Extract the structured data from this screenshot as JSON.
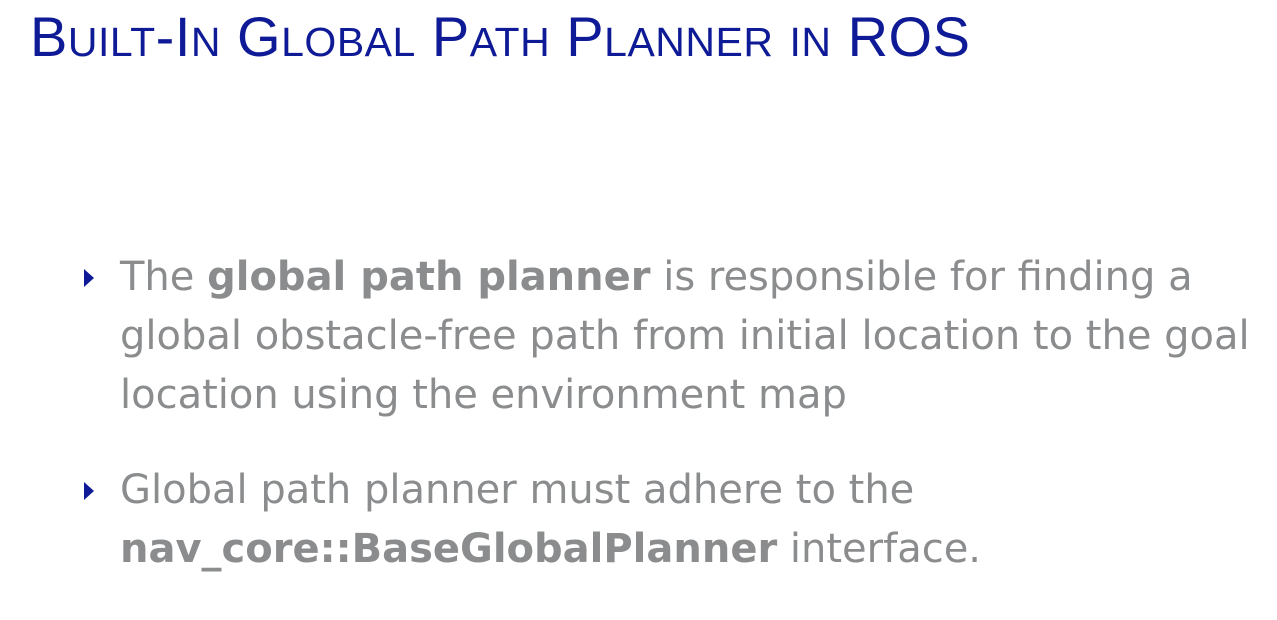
{
  "slide": {
    "title": {
      "segments": [
        {
          "text": "B",
          "sc": false
        },
        {
          "text": "UILT",
          "sc": true
        },
        {
          "text": "-I",
          "sc": false
        },
        {
          "text": "N",
          "sc": true
        },
        {
          "text": " G",
          "sc": false
        },
        {
          "text": "LOBAL",
          "sc": true
        },
        {
          "text": " P",
          "sc": false
        },
        {
          "text": "ATH",
          "sc": true
        },
        {
          "text": " P",
          "sc": false
        },
        {
          "text": "LANNER",
          "sc": true
        },
        {
          "text": " ",
          "sc": false
        },
        {
          "text": "IN",
          "sc": true
        },
        {
          "text": " ROS",
          "sc": false
        }
      ]
    },
    "bullets": [
      {
        "pre": "The ",
        "bold": "global path planner",
        "post": " is responsible for finding a global obstacle-free path from initial location to the goal location using the environment map"
      },
      {
        "pre": "Global path planner must adhere to the ",
        "bold": "nav_core::BaseGlobalPlanner",
        "post": " interface."
      }
    ],
    "colors": {
      "title": "#0f1b96",
      "body_text": "#8a8c8e",
      "bullet_marker": "#0f1b96"
    },
    "icons": {
      "bullet_marker": "triangle-right-icon"
    }
  }
}
